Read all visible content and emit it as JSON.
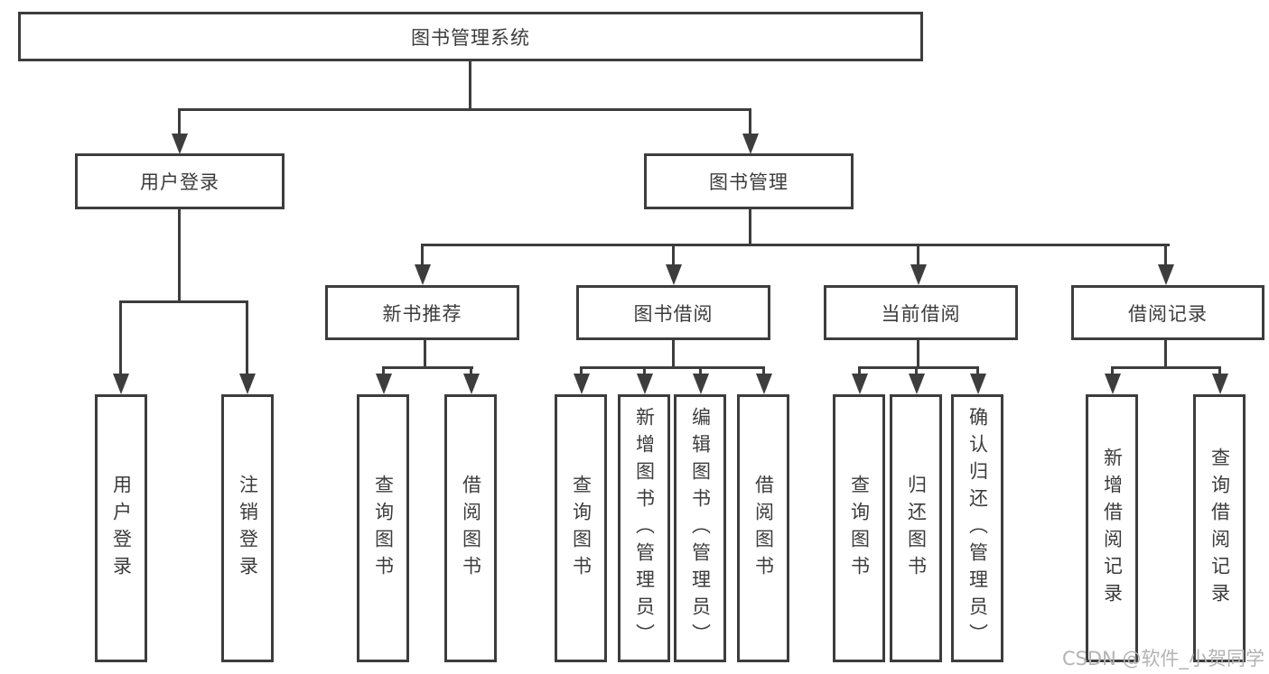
{
  "nodes": {
    "root": {
      "label": "图书管理系统"
    },
    "user_login": {
      "label": "用户登录"
    },
    "book_management": {
      "label": "图书管理"
    },
    "new_book_recommendation": {
      "label": "新书推荐"
    },
    "book_borrowing": {
      "label": "图书借阅"
    },
    "current_borrowing": {
      "label": "当前借阅"
    },
    "borrowing_records": {
      "label": "借阅记录"
    },
    "leaf_user_login": {
      "label": "用户登录"
    },
    "leaf_logout": {
      "label": "注销登录"
    },
    "leaf_nbr_query_books": {
      "label": "查询图书"
    },
    "leaf_nbr_borrow_books": {
      "label": "借阅图书"
    },
    "leaf_bb_query_books": {
      "label": "查询图书"
    },
    "leaf_bb_add_books": {
      "label": "新增图书（管理员）"
    },
    "leaf_bb_edit_books": {
      "label": "编辑图书（管理员）"
    },
    "leaf_bb_borrow_books": {
      "label": "借阅图书"
    },
    "leaf_cb_query_books": {
      "label": "查询图书"
    },
    "leaf_cb_return_books": {
      "label": "归还图书"
    },
    "leaf_cb_confirm_return": {
      "label": "确认归还（管理员）"
    },
    "leaf_br_add_record": {
      "label": "新增借阅记录"
    },
    "leaf_br_query_record": {
      "label": "查询借阅记录"
    }
  },
  "watermark": {
    "text": "CSDN @软件_小贺同学"
  },
  "colors": {
    "line": "#3d3d3d",
    "text": "#3c3c3c",
    "box_bg": "#ffffff",
    "background": "#ffffff",
    "watermark": "#b3b3b3"
  }
}
